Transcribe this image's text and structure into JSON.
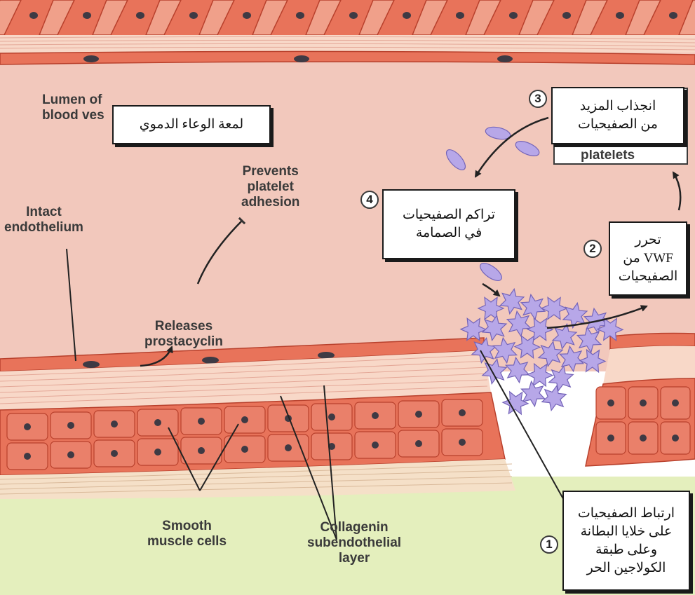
{
  "colors": {
    "lumen": "#f2c8bc",
    "cell": "#e8735a",
    "cell_border": "#b8402c",
    "nucleus": "#3e3a44",
    "connective": "#f8d8c8",
    "tissue_bottom": "#e4efbd",
    "platelet": "#b7a7e8",
    "platelet_border": "#7464b8",
    "box_border": "#1a1a1a"
  },
  "labels": {
    "lumen": [
      "Lumen of",
      "blood ves"
    ],
    "intact": [
      "Intact",
      "endothelium"
    ],
    "releases": [
      "Releases",
      "prostacyclin"
    ],
    "prevents": [
      "Prevents",
      "platelet",
      "adhesion"
    ],
    "smooth": [
      "Smooth",
      "muscle cells"
    ],
    "collagen": [
      "Collagenin",
      "subendothelial",
      "layer"
    ],
    "platelets_fragment": "platelets"
  },
  "boxes": {
    "lumen_ar": [
      "لمعة الوعاء الدموي"
    ],
    "step3_ar": [
      "انجذاب المزيد",
      "من الصفيحيات"
    ],
    "step4_ar": [
      "تراكم الصفيحيات",
      "في الصمامة"
    ],
    "step2_ar": [
      "تحرر",
      "VWF من",
      "الصفيحيات"
    ],
    "step1_ar": [
      "ارتباط الصفيحيات",
      "على خلايا البطانة",
      "وعلى طبقة",
      "الكولاجين الحر"
    ]
  },
  "steps": [
    "1",
    "2",
    "3",
    "4"
  ]
}
